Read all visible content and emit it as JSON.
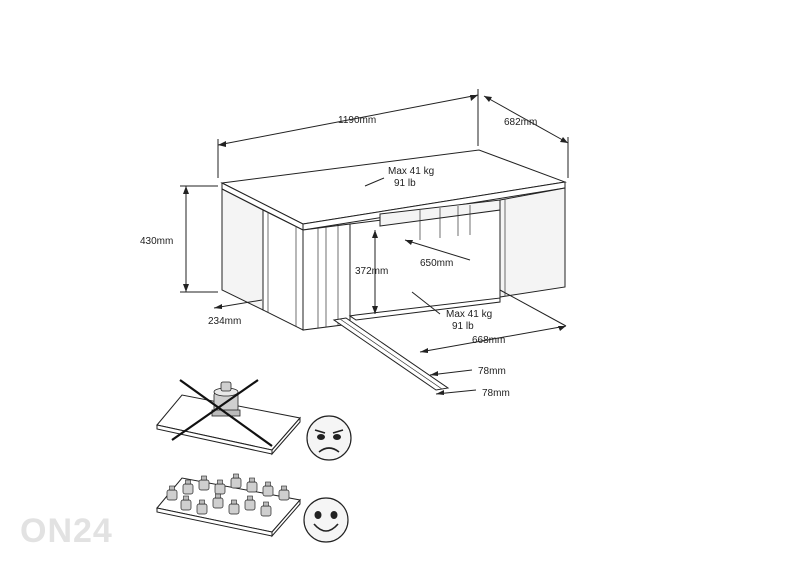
{
  "dimensions": {
    "width": "1190mm",
    "depth": "682mm",
    "height": "430mm",
    "inner_height": "372mm",
    "inner_width": "650mm",
    "drawer_depth": "668mm",
    "rail_1": "78mm",
    "rail_2": "78mm",
    "leg": "234mm"
  },
  "load_top": {
    "kg": "Max 41 kg",
    "lb": "91 lb"
  },
  "load_shelf": {
    "kg": "Max 41 kg",
    "lb": "91 lb"
  },
  "watermark": "ON24",
  "icons": {
    "bad": "angry-face-icon",
    "good": "smiley-face-icon",
    "point_load": "single-weight-icon",
    "distributed_load": "distributed-weights-icon"
  }
}
